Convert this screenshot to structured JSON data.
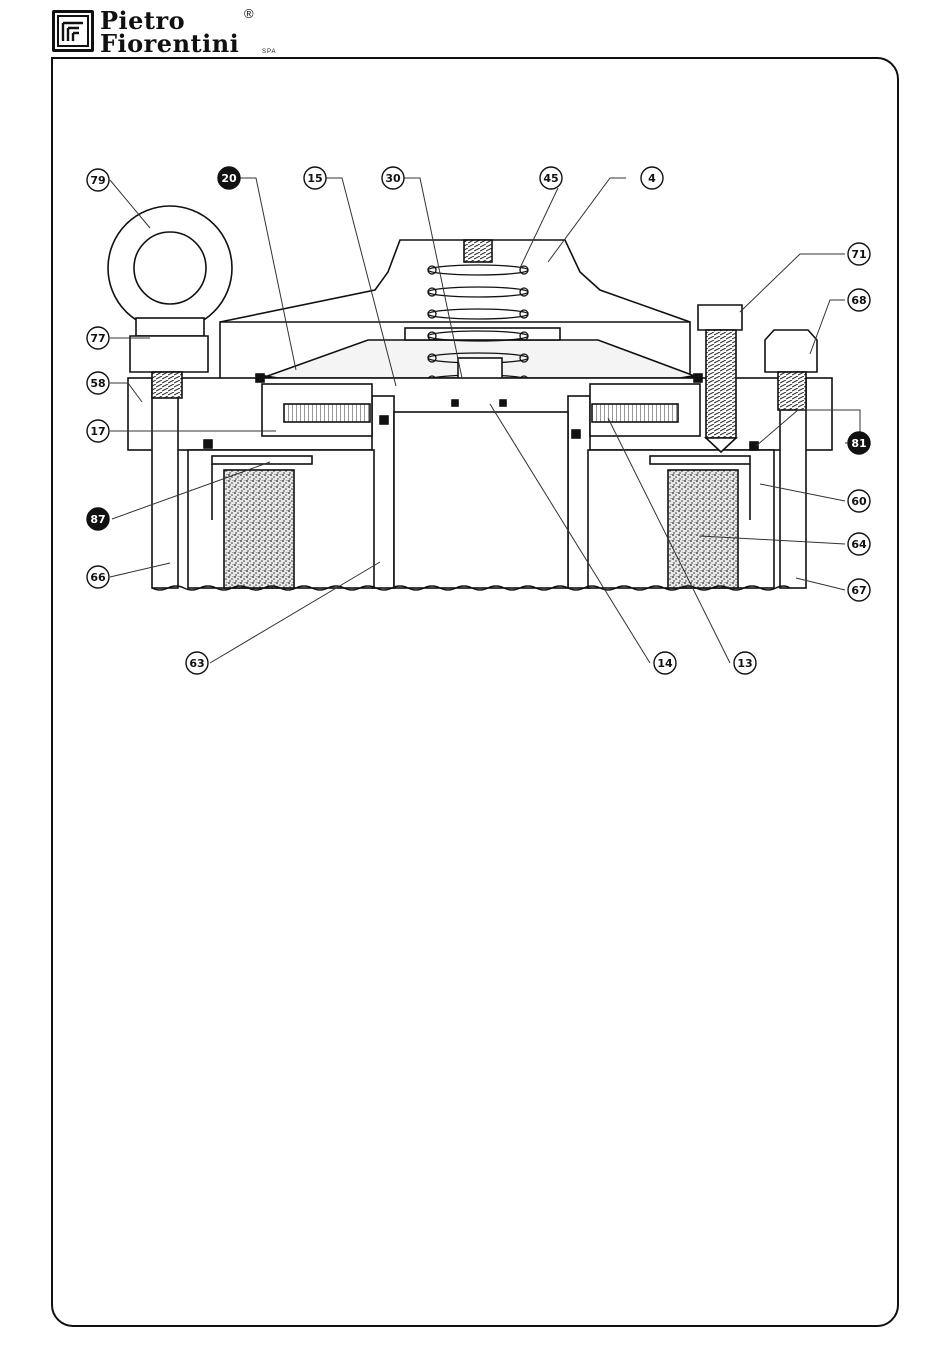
{
  "brand": {
    "line1": "Pietro",
    "line2": "Fiorentini",
    "suffix": "SPA",
    "registered": "®"
  },
  "diagram": {
    "labels": [
      {
        "id": "79",
        "text": "79",
        "filled": false
      },
      {
        "id": "20",
        "text": "20",
        "filled": true
      },
      {
        "id": "15",
        "text": "15",
        "filled": false
      },
      {
        "id": "30",
        "text": "30",
        "filled": false
      },
      {
        "id": "45",
        "text": "45",
        "filled": false
      },
      {
        "id": "4",
        "text": "4",
        "filled": false
      },
      {
        "id": "71",
        "text": "71",
        "filled": false
      },
      {
        "id": "68",
        "text": "68",
        "filled": false
      },
      {
        "id": "77",
        "text": "77",
        "filled": false
      },
      {
        "id": "58",
        "text": "58",
        "filled": false
      },
      {
        "id": "17",
        "text": "17",
        "filled": false
      },
      {
        "id": "81",
        "text": "81",
        "filled": true
      },
      {
        "id": "87",
        "text": "87",
        "filled": true
      },
      {
        "id": "60",
        "text": "60",
        "filled": false
      },
      {
        "id": "64",
        "text": "64",
        "filled": false
      },
      {
        "id": "66",
        "text": "66",
        "filled": false
      },
      {
        "id": "67",
        "text": "67",
        "filled": false
      },
      {
        "id": "63",
        "text": "63",
        "filled": false
      },
      {
        "id": "14",
        "text": "14",
        "filled": false
      },
      {
        "id": "13",
        "text": "13",
        "filled": false
      }
    ]
  }
}
